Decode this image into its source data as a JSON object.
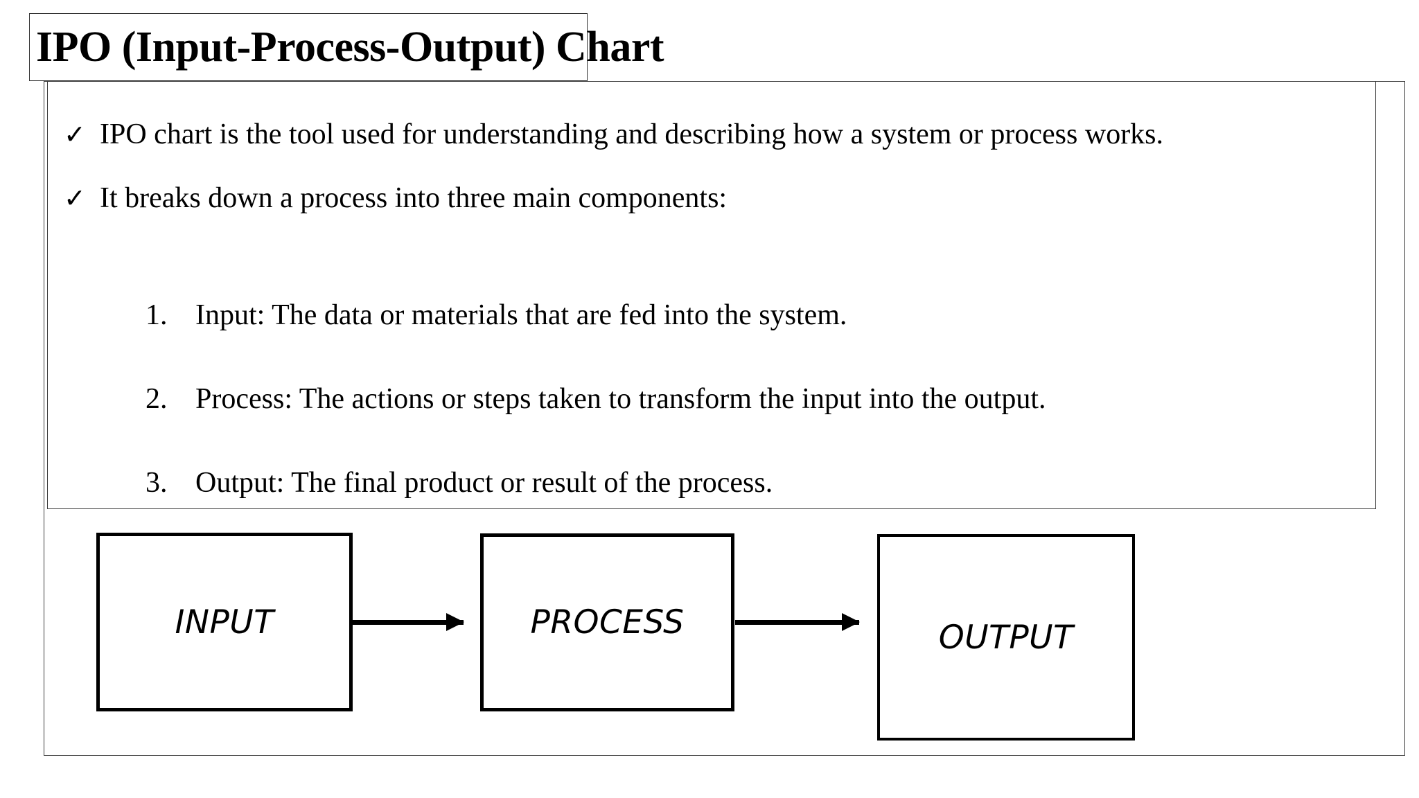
{
  "slide": {
    "title": "IPO (Input-Process-Output) Chart",
    "background_color": "#ffffff",
    "text_color": "#000000",
    "border_color": "#3a3a3a"
  },
  "body": {
    "bullets": [
      {
        "marker": "✓",
        "marker_name": "check-mark",
        "text": "IPO chart is the tool used for understanding and describing how a system or process works."
      },
      {
        "marker": "✓",
        "marker_name": "check-mark",
        "text": "It breaks down a process into three main components:"
      }
    ],
    "numbered_items": [
      {
        "marker": "1.",
        "text": "Input: The data or materials that are fed into the system."
      },
      {
        "marker": "2.",
        "text": "Process: The actions or steps taken to transform the input into the output."
      },
      {
        "marker": "3.",
        "text": "Output: The final product or result of the process."
      }
    ]
  },
  "diagram": {
    "type": "flowchart",
    "orientation": "horizontal",
    "stroke_color": "#000000",
    "fill_color": "#ffffff",
    "nodes": [
      {
        "id": "input",
        "label": "INPUT"
      },
      {
        "id": "process",
        "label": "PROCESS"
      },
      {
        "id": "output",
        "label": "OUTPUT"
      }
    ],
    "edges": [
      {
        "from": "input",
        "to": "process",
        "style": "solid-arrow"
      },
      {
        "from": "process",
        "to": "output",
        "style": "solid-arrow"
      }
    ]
  }
}
